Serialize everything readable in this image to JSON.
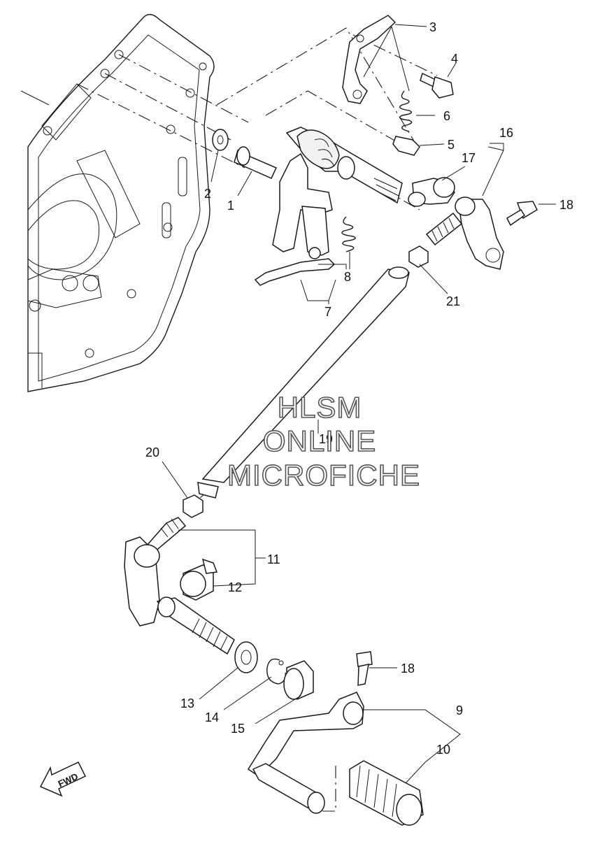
{
  "watermark": {
    "line1": "HLSM",
    "line2": "ONLINE",
    "line3": "MICROFICHE"
  },
  "direction_arrow": {
    "label": "FWD",
    "icon": "forward-arrow-icon"
  },
  "callouts": {
    "c1": "1",
    "c2": "2",
    "c3": "3",
    "c4": "4",
    "c5": "5",
    "c6": "6",
    "c7": "7",
    "c8": "8",
    "c9": "9",
    "c10": "10",
    "c11": "11",
    "c12": "12",
    "c13": "13",
    "c14": "14",
    "c15": "15",
    "c16": "16",
    "c17": "17",
    "c18a": "18",
    "c18b": "18",
    "c19": "19",
    "c20": "20",
    "c21": "21"
  }
}
